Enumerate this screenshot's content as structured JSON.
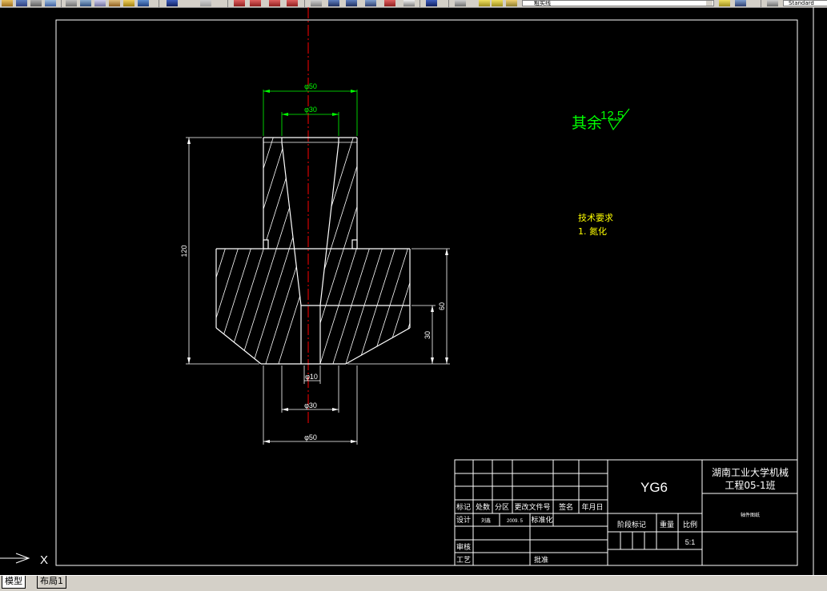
{
  "toolbar": {
    "layer_combo_value": "粗实线",
    "style_combo_value": "Standard"
  },
  "drawing": {
    "dims": {
      "top_outer_dia": "φ50",
      "top_inner_dia": "φ30",
      "total_height": "120",
      "flange_height": "60",
      "bottom_height": "30",
      "bore_dia": "φ10",
      "bottom_inner_dia": "φ30",
      "bottom_outer_dia": "φ50"
    },
    "roughness": {
      "prefix": "其余",
      "value": "12.5"
    },
    "tech_requirements": {
      "title": "技术要求",
      "item1": "1. 氮化"
    },
    "ucs_x_label": "X"
  },
  "title_block": {
    "part_name": "YG6",
    "school_line1": "湖南工业大学机械",
    "school_line2": "工程05-1班",
    "drawing_title": "轴件图纸",
    "headers": {
      "mark": "标记",
      "count": "处数",
      "zone": "分区",
      "change_doc": "更改文件号",
      "sign": "签名",
      "date": "年月日"
    },
    "design_label": "设计",
    "designer": "刘鑫",
    "design_date": "2009. 5",
    "standardize_label": "标准化",
    "stage_mark_label": "阶段标记",
    "weight_label": "重量",
    "scale_label": "比例",
    "scale_value": "5:1",
    "check_label": "审核",
    "process_label": "工艺",
    "approve_label": "批准"
  },
  "tabs": {
    "model": "模型",
    "layout1": "布局1"
  },
  "colors": {
    "background": "#000000",
    "lines": "#ffffff",
    "dimension": "#00ff00",
    "centerline": "#ff0000",
    "text_yellow": "#ffff00"
  }
}
